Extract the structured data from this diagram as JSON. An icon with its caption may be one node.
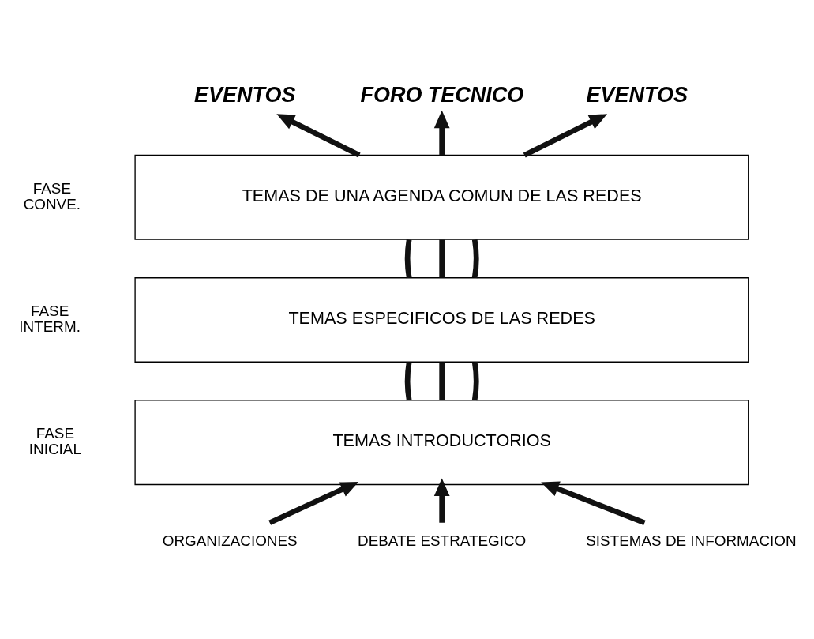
{
  "diagram": {
    "nodes": [
      {
        "text": [
          "EVENTOS"
        ]
      },
      {
        "text": [
          "FORO TECNICO"
        ]
      },
      {
        "text": [
          "EVENTOS"
        ]
      },
      {
        "text": [
          "TEMAS DE UNA AGENDA COMUN DE LAS REDES"
        ],
        "beside": [
          "FASE CONVE."
        ]
      },
      {
        "text": [
          "TEMAS ESPECIFICOS DE LAS REDES"
        ],
        "beside": [
          "FASE INTERM."
        ]
      },
      {
        "text": [
          "TEMAS INTRODUCTORIOS"
        ],
        "beside": [
          "FASE INICIAL"
        ]
      },
      {
        "text": [
          "ORGANIZACIONES"
        ]
      },
      {
        "text": [
          "DEBATE ESTRATEGICO"
        ]
      },
      {
        "text": [
          "SISTEMAS DE INFORMACION"
        ]
      }
    ],
    "edges": [
      {
        "from": 6,
        "to": 5,
        "arrow": "to"
      },
      {
        "from": 7,
        "to": 5,
        "arrow": "to"
      },
      {
        "from": 8,
        "to": 5,
        "arrow": "to"
      },
      {
        "from": 5,
        "to": 4,
        "arrow": "none"
      },
      {
        "from": 5,
        "to": 4,
        "arrow": "none"
      },
      {
        "from": 5,
        "to": 4,
        "arrow": "none"
      },
      {
        "from": 4,
        "to": 3,
        "arrow": "none"
      },
      {
        "from": 4,
        "to": 3,
        "arrow": "none"
      },
      {
        "from": 4,
        "to": 3,
        "arrow": "none"
      },
      {
        "from": 3,
        "to": 0,
        "arrow": "to"
      },
      {
        "from": 3,
        "to": 1,
        "arrow": "to"
      },
      {
        "from": 3,
        "to": 2,
        "arrow": "to"
      }
    ]
  }
}
